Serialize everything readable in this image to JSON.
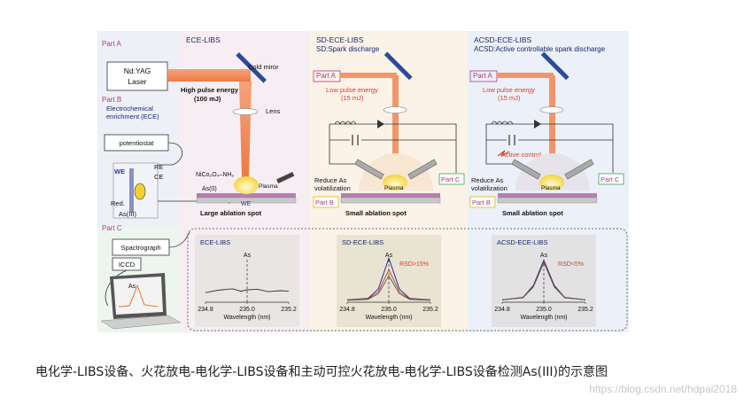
{
  "panels": {
    "ece": {
      "title": "ECE-LIBS"
    },
    "sd": {
      "title": "SD-ECE-LIBS",
      "subtitle": "SD:Spark discharge"
    },
    "acsd": {
      "title": "ACSD-ECE-LIBS",
      "subtitle": "ACSD:Active controllable spark discharge"
    }
  },
  "parts": {
    "a": "Part A",
    "b": "Part B",
    "c": "Part C"
  },
  "laser": {
    "line1": "Nd:YAG",
    "line2": "Laser"
  },
  "labels": {
    "cold_mirror": "Cold miror",
    "lens": "Lens",
    "high_energy": "High pulse energy",
    "high_energy_value": "(100 mJ)",
    "low_energy": "Low pulse energy",
    "low_energy_value": "(15 mJ)",
    "ece_line1": "Electrochemical",
    "ece_line2": "enrichment (ECE)",
    "potentiostat": "potentiostat",
    "we": "WE",
    "re": "RE",
    "ce": "CE",
    "red": "Red.",
    "as_iii": "As(III)",
    "nico": "NiCo₂O₄–NH₂",
    "as0": "As(0)",
    "plasma": "Plasma",
    "large_spot": "Large ablation spot",
    "small_spot": "Small ablation spot",
    "reduce1": "Reduce As",
    "reduce2": "volatilization",
    "active_control": "Active control",
    "spectrograph": "Spactrograph",
    "iccd": "ICCD",
    "laptop_as": "As"
  },
  "chart_data": [
    {
      "type": "line",
      "title": "ECE-LIBS",
      "xlabel": "Wavelength (nm)",
      "xticks": [
        "234.8",
        "235.0",
        "235.2"
      ],
      "xlim": [
        234.8,
        235.2
      ],
      "ylim": [
        0,
        1
      ],
      "peak_label": "As",
      "annotation": "",
      "series": [
        {
          "color": "#333333",
          "x": [
            234.8,
            234.86,
            234.93,
            234.97,
            235.0,
            235.05,
            235.1,
            235.16,
            235.2
          ],
          "y": [
            0.2,
            0.25,
            0.28,
            0.23,
            0.26,
            0.27,
            0.22,
            0.24,
            0.23
          ]
        }
      ]
    },
    {
      "type": "line",
      "title": "SD-ECE-LIBS",
      "xlabel": "Wavelength (nm)",
      "xticks": [
        "234.8",
        "235.0",
        "235.2"
      ],
      "xlim": [
        234.8,
        235.2
      ],
      "ylim": [
        0,
        1
      ],
      "peak_label": "As",
      "annotation": "RSD>15%",
      "series": [
        {
          "color": "#1a1a8c",
          "x": [
            234.8,
            234.9,
            234.95,
            235.0,
            235.05,
            235.1,
            235.2
          ],
          "y": [
            0.05,
            0.08,
            0.28,
            0.92,
            0.28,
            0.08,
            0.05
          ]
        },
        {
          "color": "#c0392b",
          "x": [
            234.8,
            234.9,
            234.95,
            235.0,
            235.05,
            235.1,
            235.2
          ],
          "y": [
            0.05,
            0.07,
            0.22,
            0.68,
            0.22,
            0.07,
            0.05
          ]
        },
        {
          "color": "#555555",
          "x": [
            234.8,
            234.9,
            234.95,
            235.0,
            235.05,
            235.1,
            235.2
          ],
          "y": [
            0.04,
            0.06,
            0.18,
            0.55,
            0.18,
            0.06,
            0.04
          ]
        }
      ]
    },
    {
      "type": "line",
      "title": "ACSD-ECE-LIBS",
      "xlabel": "Wavelength (nm)",
      "xticks": [
        "234.8",
        "235.0",
        "235.2"
      ],
      "xlim": [
        234.8,
        235.2
      ],
      "ylim": [
        0,
        1
      ],
      "peak_label": "As",
      "annotation": "RSD<5%",
      "series": [
        {
          "color": "#1a1a8c",
          "x": [
            234.8,
            234.9,
            234.95,
            235.0,
            235.05,
            235.1,
            235.2
          ],
          "y": [
            0.05,
            0.1,
            0.35,
            0.88,
            0.35,
            0.1,
            0.05
          ]
        },
        {
          "color": "#c0392b",
          "x": [
            234.8,
            234.9,
            234.95,
            235.0,
            235.05,
            235.1,
            235.2
          ],
          "y": [
            0.05,
            0.1,
            0.33,
            0.85,
            0.33,
            0.1,
            0.05
          ]
        },
        {
          "color": "#555555",
          "x": [
            234.8,
            234.9,
            234.95,
            235.0,
            235.05,
            235.1,
            235.2
          ],
          "y": [
            0.05,
            0.09,
            0.32,
            0.83,
            0.32,
            0.09,
            0.05
          ]
        }
      ]
    }
  ],
  "caption": "电化学-LIBS设备、火花放电-电化学-LIBS设备和主动可控火花放电-电化学-LIBS设备检测As(III)的示意图",
  "watermark": "https://blog.csdn.net/hdpai2018"
}
